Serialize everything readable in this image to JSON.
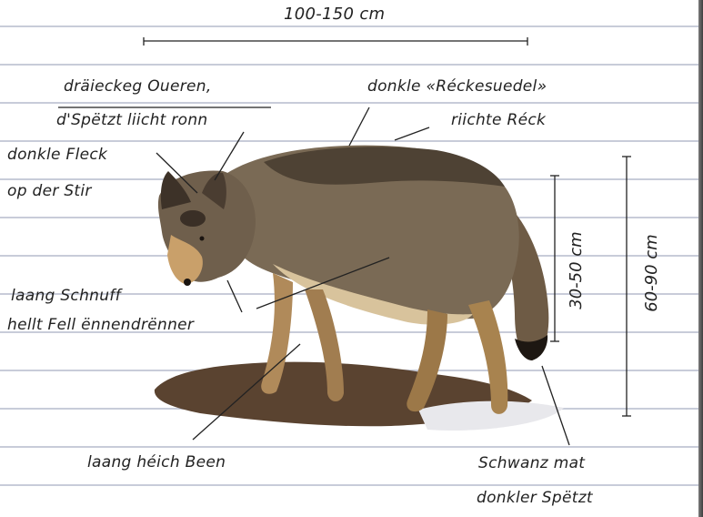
{
  "dimensions": {
    "length": "100-150 cm",
    "shoulder_height": "60-90 cm",
    "leg_height": "30-50 cm"
  },
  "labels": {
    "ears_line1": "dräieckeg Oueren,",
    "ears_line2": "d'Spëtzt liicht ronn",
    "saddle": "donkle «Réckesuedel»",
    "back": "riichte Réck",
    "spot_line1": "donkle Fleck",
    "spot_line2": "op der Stir",
    "snout": "laang Schnuff",
    "belly": "hellt Fell ënnendrënner",
    "legs": "laang héich Been",
    "tail_line1": "Schwanz mat",
    "tail_line2": "donkler Spëtzt"
  },
  "colors": {
    "paper": "#ffffff",
    "ruled_line": "#c8ccd9",
    "ink": "#222222",
    "wolf_fur": "#7a6a55",
    "wolf_light": "#d8c39c",
    "ground": "#5a4330"
  }
}
